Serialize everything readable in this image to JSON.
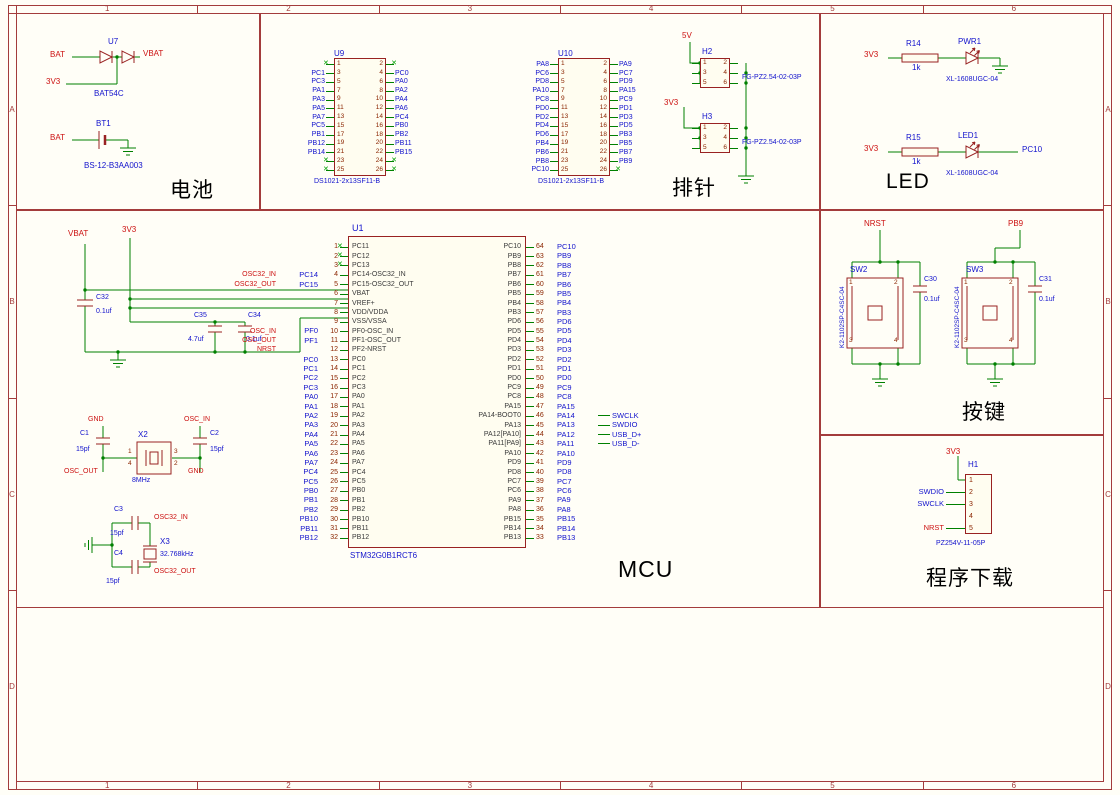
{
  "frame": {
    "columns": [
      "1",
      "2",
      "3",
      "4",
      "5",
      "6"
    ],
    "rows": [
      "A",
      "B",
      "C",
      "D"
    ]
  },
  "colors": {
    "wire": "#008000",
    "component_outline": "#992222",
    "net_label": "#1212cc",
    "power_label": "#cc1111",
    "pin_number": "#8b2500",
    "frame": "#a33c3c",
    "background": "#fffef7",
    "nc_mark": "#00a000",
    "body_fill": "#fffdf0"
  },
  "battery": {
    "title": "电池",
    "u7": {
      "ref": "U7",
      "part": "BAT54C",
      "in1": "BAT",
      "in2": "3V3",
      "out": "VBAT"
    },
    "bt1": {
      "ref": "BT1",
      "part": "BS-12-B3AA003",
      "net": "BAT"
    }
  },
  "headers": {
    "title": "排针",
    "u9": {
      "ref": "U9",
      "part": "DS1021-2x13SF11-B",
      "rows": [
        {
          "l": "",
          "lp": "1",
          "rp": "2",
          "r": "",
          "lnc": true,
          "rnc": true
        },
        {
          "l": "PC1",
          "lp": "3",
          "rp": "4",
          "r": "PC0"
        },
        {
          "l": "PC3",
          "lp": "5",
          "rp": "6",
          "r": "PA0"
        },
        {
          "l": "PA1",
          "lp": "7",
          "rp": "8",
          "r": "PA2"
        },
        {
          "l": "PA3",
          "lp": "9",
          "rp": "10",
          "r": "PA4"
        },
        {
          "l": "PA5",
          "lp": "11",
          "rp": "12",
          "r": "PA6"
        },
        {
          "l": "PA7",
          "lp": "13",
          "rp": "14",
          "r": "PC4"
        },
        {
          "l": "PC5",
          "lp": "15",
          "rp": "16",
          "r": "PB0"
        },
        {
          "l": "PB1",
          "lp": "17",
          "rp": "18",
          "r": "PB2"
        },
        {
          "l": "PB12",
          "lp": "19",
          "rp": "20",
          "r": "PB11"
        },
        {
          "l": "PB14",
          "lp": "21",
          "rp": "22",
          "r": "PB15"
        },
        {
          "l": "",
          "lp": "23",
          "rp": "24",
          "r": "",
          "lnc": true,
          "rnc": true
        },
        {
          "l": "",
          "lp": "25",
          "rp": "26",
          "r": "",
          "lnc": true,
          "rnc": true
        }
      ]
    },
    "u10": {
      "ref": "U10",
      "part": "DS1021-2x13SF11-B",
      "rows": [
        {
          "l": "PA8",
          "lp": "1",
          "rp": "2",
          "r": "PA9"
        },
        {
          "l": "PC6",
          "lp": "3",
          "rp": "4",
          "r": "PC7"
        },
        {
          "l": "PD8",
          "lp": "5",
          "rp": "6",
          "r": "PD9"
        },
        {
          "l": "PA10",
          "lp": "7",
          "rp": "8",
          "r": "PA15"
        },
        {
          "l": "PC8",
          "lp": "9",
          "rp": "10",
          "r": "PC9"
        },
        {
          "l": "PD0",
          "lp": "11",
          "rp": "12",
          "r": "PD1"
        },
        {
          "l": "PD2",
          "lp": "13",
          "rp": "14",
          "r": "PD3"
        },
        {
          "l": "PD4",
          "lp": "15",
          "rp": "16",
          "r": "PD5"
        },
        {
          "l": "PD6",
          "lp": "17",
          "rp": "18",
          "r": "PB3"
        },
        {
          "l": "PB4",
          "lp": "19",
          "rp": "20",
          "r": "PB5"
        },
        {
          "l": "PB6",
          "lp": "21",
          "rp": "22",
          "r": "PB7"
        },
        {
          "l": "PB8",
          "lp": "23",
          "rp": "24",
          "r": "PB9"
        },
        {
          "l": "PC10",
          "lp": "25",
          "rp": "26",
          "r": "",
          "rnc": true
        }
      ]
    },
    "h2": {
      "ref": "H2",
      "part": "FG-PZ2.54-02-03P",
      "net": "5V",
      "rows": [
        {
          "lp": "1",
          "rp": "2"
        },
        {
          "lp": "3",
          "rp": "4"
        },
        {
          "lp": "5",
          "rp": "6"
        }
      ]
    },
    "h3": {
      "ref": "H3",
      "part": "FG-PZ2.54-02-03P",
      "net": "3V3",
      "rows": [
        {
          "lp": "1",
          "rp": "2"
        },
        {
          "lp": "3",
          "rp": "4"
        },
        {
          "lp": "5",
          "rp": "6"
        }
      ]
    }
  },
  "led": {
    "title": "LED",
    "rows": [
      {
        "net": "3V3",
        "ref": "R14",
        "val": "1k",
        "led_ref": "PWR1",
        "part": "XL-1608UGC-04",
        "out": ""
      },
      {
        "net": "3V3",
        "ref": "R15",
        "val": "1k",
        "led_ref": "LED1",
        "part": "XL-1608UGC-04",
        "out": "PC10"
      }
    ]
  },
  "mcu": {
    "title": "MCU",
    "vbat": "VBAT",
    "v33": "3V3",
    "c32": {
      "ref": "C32",
      "val": "0.1uf"
    },
    "c35": {
      "ref": "C35",
      "val": "4.7uf"
    },
    "c34": {
      "ref": "C34",
      "val": "0.1uf"
    },
    "u1": {
      "ref": "U1",
      "part": "STM32G0B1RCT6",
      "left": [
        {
          "pin": "1",
          "name": "PC11",
          "nc": true
        },
        {
          "pin": "2",
          "name": "PC12",
          "nc": true
        },
        {
          "pin": "3",
          "name": "PC13",
          "nc": true
        },
        {
          "pin": "4",
          "name": "PC14-OSC32_IN",
          "red": "OSC32_IN",
          "flag": "PC14"
        },
        {
          "pin": "5",
          "name": "PC15-OSC32_OUT",
          "red": "OSC32_OUT",
          "flag": "PC15"
        },
        {
          "pin": "6",
          "name": "VBAT"
        },
        {
          "pin": "7",
          "name": "VREF+"
        },
        {
          "pin": "8",
          "name": "VDD/VDDA"
        },
        {
          "pin": "9",
          "name": "VSS/VSSA"
        },
        {
          "pin": "10",
          "name": "PF0-OSC_IN",
          "red": "OSC_IN",
          "flag": "PF0"
        },
        {
          "pin": "11",
          "name": "PF1-OSC_OUT",
          "red": "OSC_OUT",
          "flag": "PF1"
        },
        {
          "pin": "12",
          "name": "PF2-NRST",
          "red": "NRST"
        },
        {
          "pin": "13",
          "name": "PC0",
          "flag": "PC0"
        },
        {
          "pin": "14",
          "name": "PC1",
          "flag": "PC1"
        },
        {
          "pin": "15",
          "name": "PC2",
          "flag": "PC2"
        },
        {
          "pin": "16",
          "name": "PC3",
          "flag": "PC3"
        },
        {
          "pin": "17",
          "name": "PA0",
          "flag": "PA0"
        },
        {
          "pin": "18",
          "name": "PA1",
          "flag": "PA1"
        },
        {
          "pin": "19",
          "name": "PA2",
          "flag": "PA2"
        },
        {
          "pin": "20",
          "name": "PA3",
          "flag": "PA3"
        },
        {
          "pin": "21",
          "name": "PA4",
          "flag": "PA4"
        },
        {
          "pin": "22",
          "name": "PA5",
          "flag": "PA5"
        },
        {
          "pin": "23",
          "name": "PA6",
          "flag": "PA6"
        },
        {
          "pin": "24",
          "name": "PA7",
          "flag": "PA7"
        },
        {
          "pin": "25",
          "name": "PC4",
          "flag": "PC4"
        },
        {
          "pin": "26",
          "name": "PC5",
          "flag": "PC5"
        },
        {
          "pin": "27",
          "name": "PB0",
          "flag": "PB0"
        },
        {
          "pin": "28",
          "name": "PB1",
          "flag": "PB1"
        },
        {
          "pin": "29",
          "name": "PB2",
          "flag": "PB2"
        },
        {
          "pin": "30",
          "name": "PB10",
          "flag": "PB10"
        },
        {
          "pin": "31",
          "name": "PB11",
          "flag": "PB11"
        },
        {
          "pin": "32",
          "name": "PB12",
          "flag": "PB12"
        }
      ],
      "right": [
        {
          "pin": "64",
          "name": "PC10",
          "flag": "PC10"
        },
        {
          "pin": "63",
          "name": "PB9",
          "flag": "PB9"
        },
        {
          "pin": "62",
          "name": "PB8",
          "flag": "PB8"
        },
        {
          "pin": "61",
          "name": "PB7",
          "flag": "PB7"
        },
        {
          "pin": "60",
          "name": "PB6",
          "flag": "PB6"
        },
        {
          "pin": "59",
          "name": "PB5",
          "flag": "PB5"
        },
        {
          "pin": "58",
          "name": "PB4",
          "flag": "PB4"
        },
        {
          "pin": "57",
          "name": "PB3",
          "flag": "PB3"
        },
        {
          "pin": "56",
          "name": "PD6",
          "flag": "PD6"
        },
        {
          "pin": "55",
          "name": "PD5",
          "flag": "PD5"
        },
        {
          "pin": "54",
          "name": "PD4",
          "flag": "PD4"
        },
        {
          "pin": "53",
          "name": "PD3",
          "flag": "PD3"
        },
        {
          "pin": "52",
          "name": "PD2",
          "flag": "PD2"
        },
        {
          "pin": "51",
          "name": "PD1",
          "flag": "PD1"
        },
        {
          "pin": "50",
          "name": "PD0",
          "flag": "PD0"
        },
        {
          "pin": "49",
          "name": "PC9",
          "flag": "PC9"
        },
        {
          "pin": "48",
          "name": "PC8",
          "flag": "PC8"
        },
        {
          "pin": "47",
          "name": "PA15",
          "flag": "PA15"
        },
        {
          "pin": "46",
          "name": "PA14-BOOT0",
          "flag": "PA14",
          "sig": "SWCLK"
        },
        {
          "pin": "45",
          "name": "PA13",
          "flag": "PA13",
          "sig": "SWDIO"
        },
        {
          "pin": "44",
          "name": "PA12[PA10]",
          "flag": "PA12",
          "sig": "USB_D+"
        },
        {
          "pin": "43",
          "name": "PA11[PA9]",
          "flag": "PA11",
          "sig": "USB_D-"
        },
        {
          "pin": "42",
          "name": "PA10",
          "flag": "PA10"
        },
        {
          "pin": "41",
          "name": "PD9",
          "flag": "PD9"
        },
        {
          "pin": "40",
          "name": "PD8",
          "flag": "PD8"
        },
        {
          "pin": "39",
          "name": "PC7",
          "flag": "PC7"
        },
        {
          "pin": "38",
          "name": "PC6",
          "flag": "PC6"
        },
        {
          "pin": "37",
          "name": "PA9",
          "flag": "PA9"
        },
        {
          "pin": "36",
          "name": "PA8",
          "flag": "PA8"
        },
        {
          "pin": "35",
          "name": "PB15",
          "flag": "PB15"
        },
        {
          "pin": "34",
          "name": "PB14",
          "flag": "PB14"
        },
        {
          "pin": "33",
          "name": "PB13",
          "flag": "PB13"
        }
      ]
    },
    "xtal_main": {
      "ref": "X2",
      "val": "8MHz",
      "c_left": {
        "ref": "C1",
        "val": "15pf"
      },
      "c_right": {
        "ref": "C2",
        "val": "15pf"
      },
      "lbl_tl": "GND",
      "lbl_tr": "OSC_IN",
      "lbl_bl": "OSC_OUT",
      "lbl_br": "GND",
      "p1": "1",
      "p2": "2",
      "p3": "3",
      "p4": "4"
    },
    "xtal_rtc": {
      "ref": "X3",
      "val": "32.768kHz",
      "c_top": {
        "ref": "C3",
        "val": "15pf"
      },
      "c_bot": {
        "ref": "C4",
        "val": "15pf"
      },
      "net_in": "OSC32_IN",
      "net_out": "OSC32_OUT"
    }
  },
  "buttons": {
    "title": "按键",
    "sw2": {
      "ref": "SW2",
      "part": "K2-1102SP-C4SC-04",
      "net": "NRST",
      "p1": "1",
      "p2": "2",
      "p3": "3",
      "p4": "4",
      "cap_ref": "C30",
      "cap_val": "0.1uf"
    },
    "sw3": {
      "ref": "SW3",
      "part": "K2-1102SP-C4SC-04",
      "net": "PB9",
      "p1": "1",
      "p2": "2",
      "p3": "3",
      "p4": "4",
      "cap_ref": "C31",
      "cap_val": "0.1uf"
    }
  },
  "download": {
    "title": "程序下载",
    "net_top": "3V3",
    "h1": {
      "ref": "H1",
      "part": "PZ254V-11-05P",
      "pins": [
        {
          "n": "1",
          "sig": ""
        },
        {
          "n": "2",
          "sig": "SWDIO"
        },
        {
          "n": "3",
          "sig": "SWCLK"
        },
        {
          "n": "4",
          "sig": ""
        },
        {
          "n": "5",
          "sig": "NRST",
          "red": true
        }
      ]
    }
  }
}
